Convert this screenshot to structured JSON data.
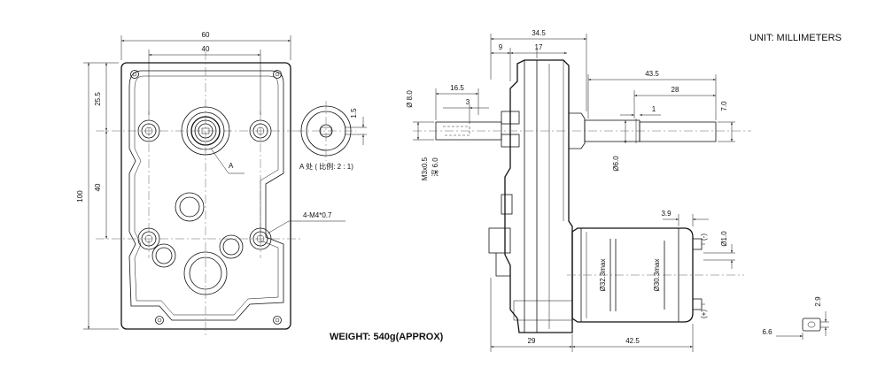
{
  "unit_label": "UNIT: MILLIMETERS",
  "weight_label": "WEIGHT: 540g(APPROX)",
  "front_view": {
    "dim_width_total": "60",
    "dim_width_holes": "40",
    "dim_height_total": "100",
    "dim_hole_spacing_v": "40",
    "dim_top_offset": "25.5",
    "dim_detail_1_5": "1.5",
    "detail_marker": "A",
    "detail_caption": "A 处 ( 比例: 2 : 1)",
    "screw_callout": "4-M4*0.7"
  },
  "side_view": {
    "dim_overall_top": "34.5",
    "dim_9": "9",
    "dim_17": "17",
    "dim_16_5": "16.5",
    "dim_3": "3",
    "dim_shaft_dia_8": "Ø 8.0",
    "dim_thread": "M3x0.5",
    "dim_depth": "深 6.0",
    "dim_43_5": "43.5",
    "dim_28": "28",
    "dim_1": "1",
    "dim_7": "7.0",
    "dim_shaft_dia_6": "Ø6.0",
    "dim_3_9": "3.9",
    "dim_motor_dia_32": "Ø32.3max",
    "dim_motor_dia_30": "Ø30.3max",
    "dim_terminal_dia": "Ø1.0",
    "terminal_minus": "(-)",
    "terminal_plus": "(+)",
    "dim_29": "29",
    "dim_42_5": "42.5"
  },
  "terminal_detail": {
    "dim_2_9": "2.9",
    "dim_6_6": "6.6"
  }
}
